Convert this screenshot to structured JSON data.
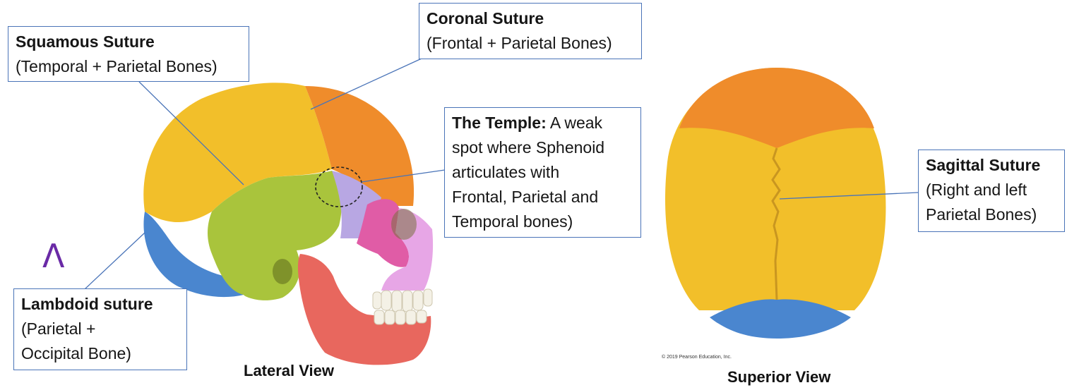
{
  "labels": {
    "squamous": {
      "title": "Squamous Suture",
      "body": "(Temporal + Parietal Bones)"
    },
    "coronal": {
      "title": "Coronal Suture",
      "body": "(Frontal + Parietal Bones)"
    },
    "temple": {
      "title": "The Temple:",
      "body_inline": " A weak",
      "body_lines": [
        "spot where Sphenoid",
        "articulates with",
        "Frontal, Parietal and",
        "Temporal bones)"
      ]
    },
    "lambdoid": {
      "title": "Lambdoid suture",
      "body_lines": [
        "(Parietal +",
        "Occipital Bone)"
      ]
    },
    "sagittal": {
      "title": "Sagittal Suture",
      "body_lines": [
        "(Right and left",
        "Parietal Bones)"
      ]
    }
  },
  "captions": {
    "lateral": "Lateral View",
    "superior": "Superior View"
  },
  "credit": "© 2019 Pearson Education, Inc.",
  "marker": "Λ",
  "colors": {
    "parietal": "#f2bf2a",
    "frontal": "#ef8c2b",
    "temporal": "#a9c43c",
    "occipital": "#4a86cf",
    "sphenoid": "#b8a7e3",
    "zygomatic": "#e05ca6",
    "maxilla": "#e7a6e6",
    "mandible": "#e8675e",
    "leader": "#4a74b8",
    "marker": "#6a2aa6"
  }
}
